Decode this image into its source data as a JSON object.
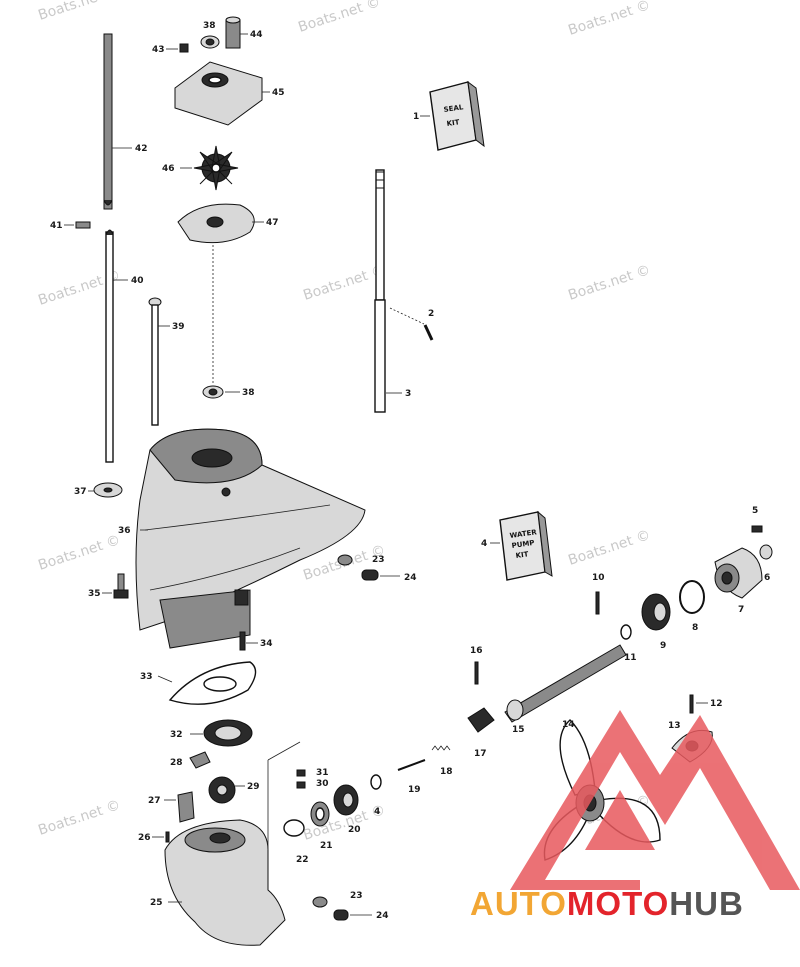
{
  "watermark": "Boats.net ©",
  "kits": {
    "seal_kit": [
      "SEAL",
      "KIT"
    ],
    "water_pump_kit": [
      "WATER",
      "PUMP",
      "KIT"
    ]
  },
  "brand": {
    "part1": "AUTO",
    "part2": "MOTO",
    "part3": "HUB",
    "colors": {
      "auto": "#f2a634",
      "moto": "#e3242b",
      "hub": "#555555",
      "logo": "#e3242b"
    }
  },
  "labels": {
    "l1": "1",
    "l2": "2",
    "l3": "3",
    "l4": "4",
    "l5": "5",
    "l6": "6",
    "l7": "7",
    "l8": "8",
    "l9": "9",
    "l10": "10",
    "l11": "11",
    "l12": "12",
    "l13": "13",
    "l14": "14",
    "l15": "15",
    "l16": "16",
    "l17": "17",
    "l18": "18",
    "l19": "19",
    "l20": "20",
    "l21": "21",
    "l22": "22",
    "l23a": "23",
    "l23b": "23",
    "l24a": "24",
    "l24b": "24",
    "l25": "25",
    "l26": "26",
    "l27": "27",
    "l28": "28",
    "l29": "29",
    "l30": "30",
    "l31": "31",
    "l32": "32",
    "l33": "33",
    "l34": "34",
    "l35": "35",
    "l36": "36",
    "l37": "37",
    "l38a": "38",
    "l38b": "38",
    "l39": "39",
    "l40": "40",
    "l41": "41",
    "l42": "42",
    "l43": "43",
    "l44": "44",
    "l45": "45",
    "l46": "46",
    "l47": "47"
  }
}
